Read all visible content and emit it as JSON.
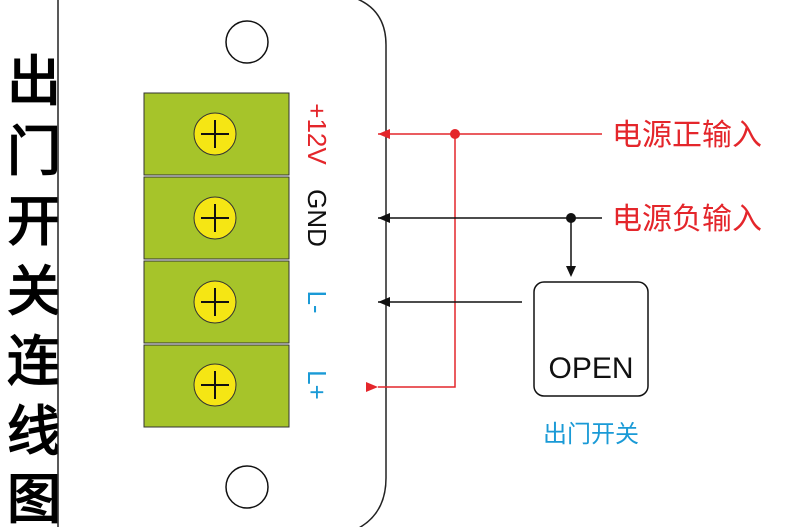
{
  "title_chars": [
    "出",
    "门",
    "开",
    "关",
    "连",
    "线",
    "图"
  ],
  "terminals": [
    {
      "label": "+12V",
      "color": "#e4262b"
    },
    {
      "label": "GND",
      "color": "#111111"
    },
    {
      "label": "L-",
      "color": "#1a9ad6"
    },
    {
      "label": "L+",
      "color": "#1a9ad6"
    }
  ],
  "power_positive_input": "电源正输入",
  "power_negative_input": "电源负输入",
  "switch": {
    "label": "OPEN",
    "caption": "出门开关"
  },
  "colors": {
    "terminal_block": "#a6c42a",
    "screw": "#f5e614",
    "red_wire": "#e4262b",
    "black_wire": "#111111",
    "blue_text": "#1a9ad6"
  }
}
